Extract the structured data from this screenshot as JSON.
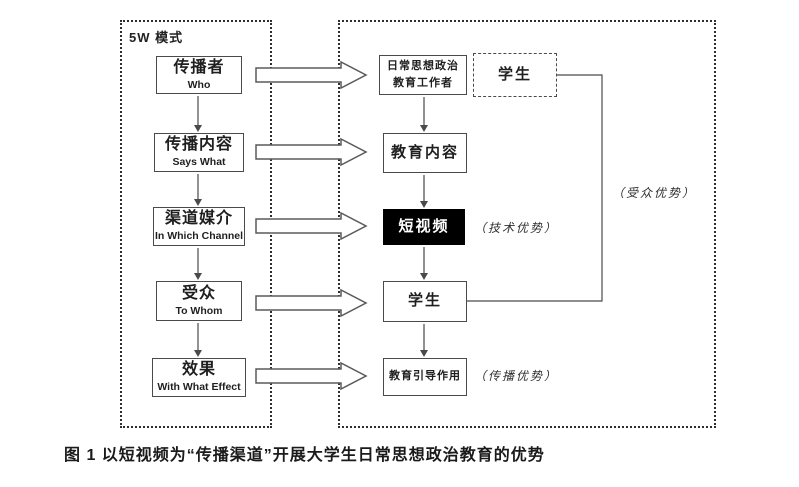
{
  "diagram": {
    "model_label": "5W 模式",
    "left_column": [
      {
        "zh": "传播者",
        "en": "Who"
      },
      {
        "zh": "传播内容",
        "en": "Says What"
      },
      {
        "zh": "渠道媒介",
        "en": "In Which Channel"
      },
      {
        "zh": "受众",
        "en": "To Whom"
      },
      {
        "zh": "效果",
        "en": "With What Effect"
      }
    ],
    "right_column": {
      "educator_line1": "日常思想政治",
      "educator_line2": "教育工作者",
      "student_dashed": "学生",
      "content": "教育内容",
      "short_video": "短视频",
      "student": "学生",
      "guidance": "教育引导作用"
    },
    "annotations": {
      "tech": "（技术优势）",
      "spread": "（传播优势）",
      "audience": "（受众优势）"
    },
    "colors": {
      "highlight_box_bg": "#000000",
      "highlight_box_text": "#ffffff",
      "line": "#4a4a4a"
    },
    "caption": "图 1  以短视频为“传播渠道”开展大学生日常思想政治教育的优势"
  }
}
